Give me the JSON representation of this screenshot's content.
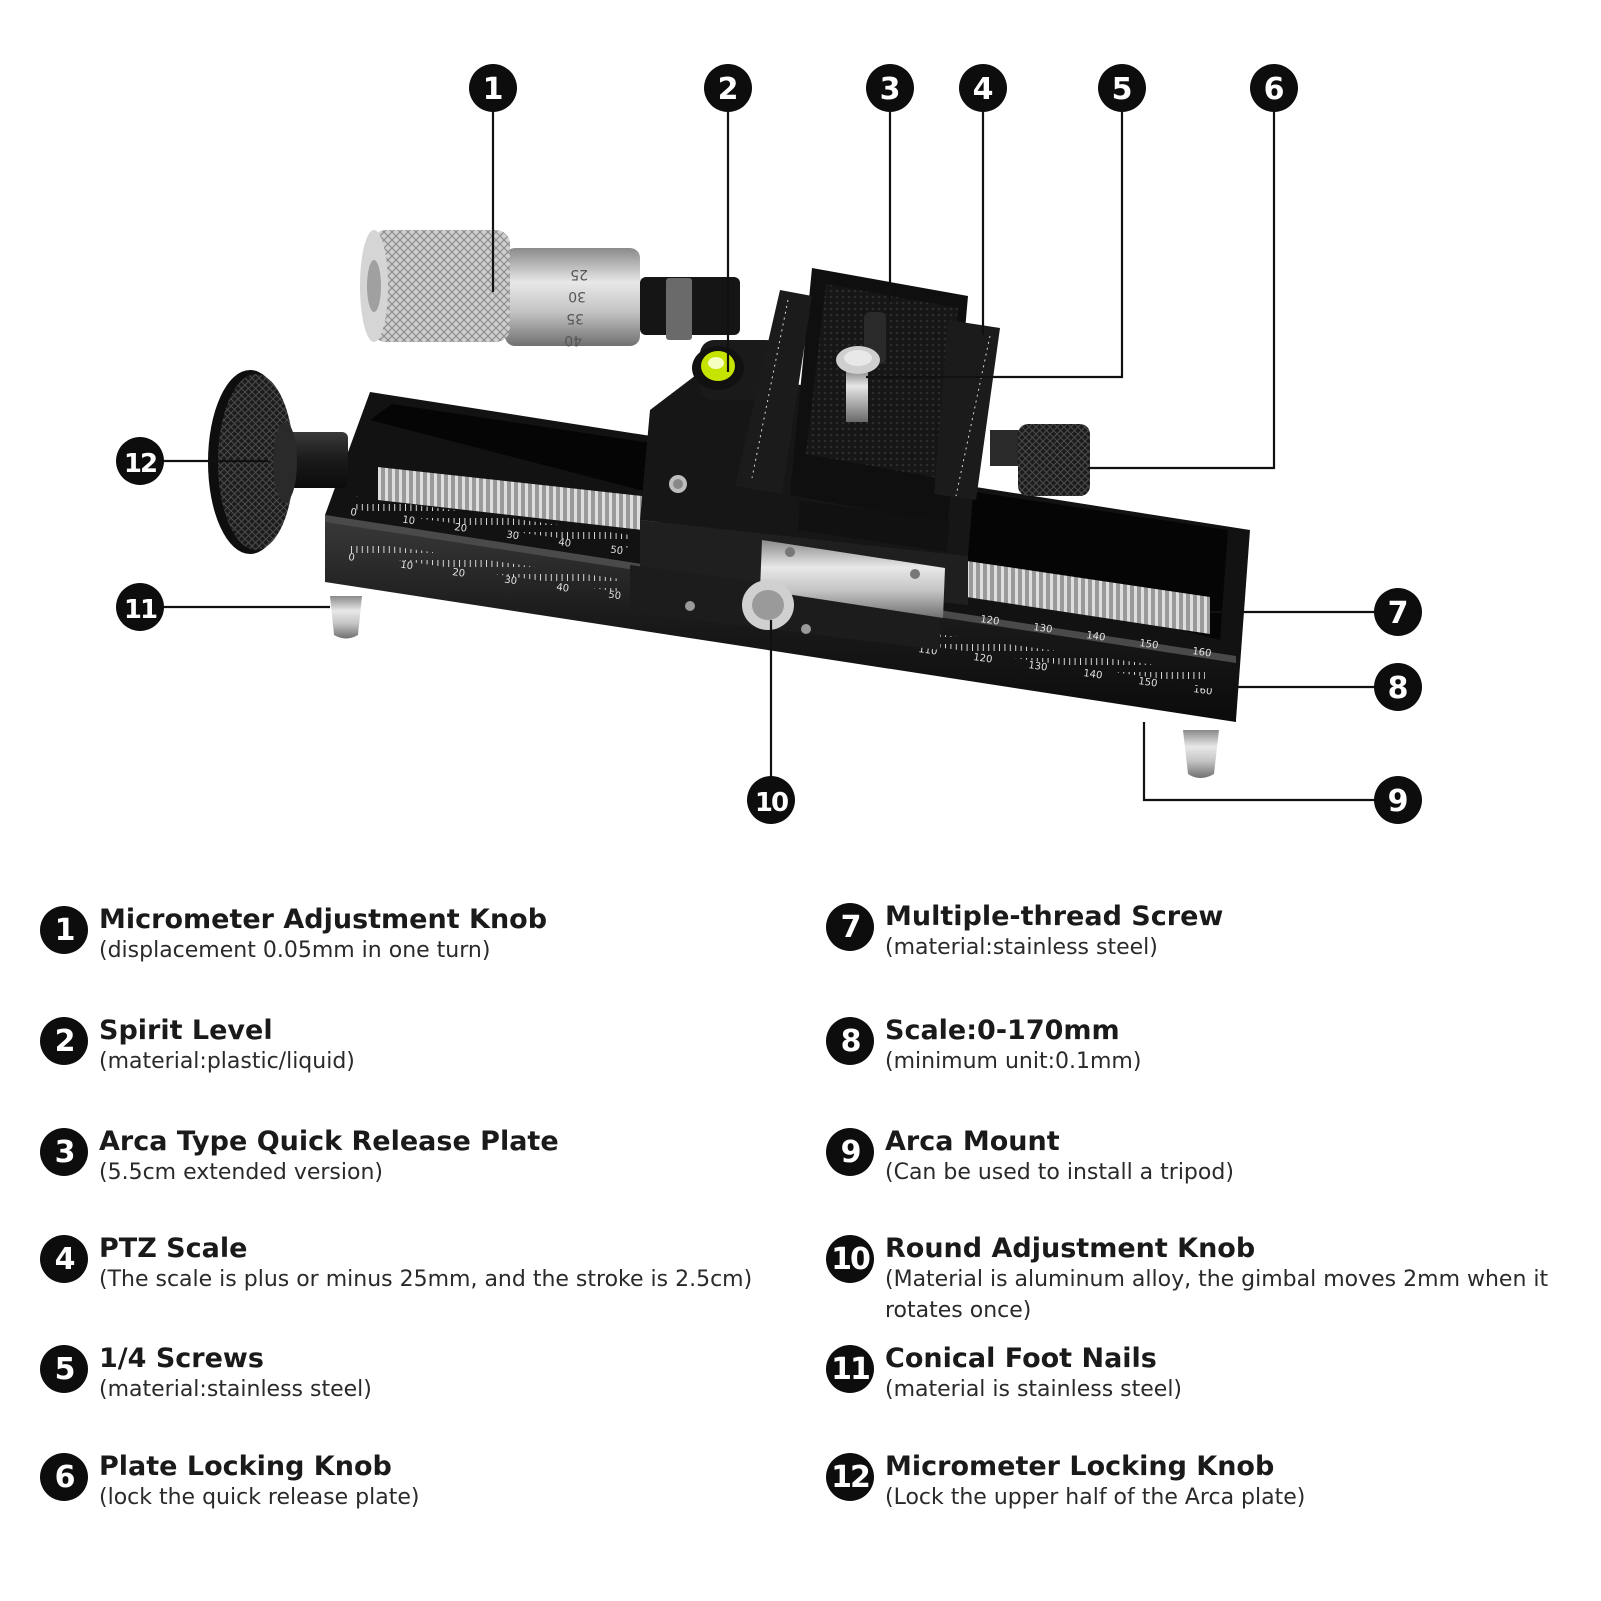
{
  "colors": {
    "callout": "#0d0d0d",
    "callout_text": "#ffffff",
    "leader_line": "#111111",
    "rail_body": "#1b1b1b",
    "steel": "#b8b8b8"
  },
  "callout_markers": [
    "1",
    "2",
    "3",
    "4",
    "5",
    "6",
    "7",
    "8",
    "9",
    "10",
    "11",
    "12"
  ],
  "scale_labels": {
    "upper_left": [
      "0",
      "10",
      "20",
      "30",
      "40",
      "50"
    ],
    "lower_left": [
      "0",
      "10",
      "20",
      "30",
      "40",
      "50"
    ],
    "upper_right": [
      "120",
      "130",
      "140",
      "150",
      "160"
    ],
    "lower_right": [
      "110",
      "120",
      "130",
      "140",
      "150",
      "160"
    ],
    "micrometer": [
      "25",
      "30",
      "35",
      "40"
    ]
  },
  "legend": [
    {
      "number": "1",
      "title": "Micrometer Adjustment Knob",
      "description": "(displacement 0.05mm in one turn)"
    },
    {
      "number": "2",
      "title": "Spirit Level",
      "description": "(material:plastic/liquid)"
    },
    {
      "number": "3",
      "title": "Arca Type Quick Release Plate",
      "description": "(5.5cm extended version)"
    },
    {
      "number": "4",
      "title": "PTZ Scale",
      "description": "(The scale is plus or minus 25mm, and the stroke is 2.5cm)"
    },
    {
      "number": "5",
      "title": "1/4 Screws",
      "description": "(material:stainless steel)"
    },
    {
      "number": "6",
      "title": "Plate Locking Knob",
      "description": "(lock the quick release plate)"
    },
    {
      "number": "7",
      "title": "Multiple-thread Screw",
      "description": "(material:stainless steel)"
    },
    {
      "number": "8",
      "title": "Scale:0-170mm",
      "description": "(minimum unit:0.1mm)"
    },
    {
      "number": "9",
      "title": "Arca Mount",
      "description": "(Can be used to install a tripod)"
    },
    {
      "number": "10",
      "title": "Round Adjustment Knob",
      "description": "(Material is aluminum alloy, the gimbal moves 2mm when it rotates once)"
    },
    {
      "number": "11",
      "title": "Conical Foot Nails",
      "description": "(material is stainless steel)"
    },
    {
      "number": "12",
      "title": "Micrometer Locking Knob",
      "description": "(Lock the upper half of the Arca plate)"
    }
  ]
}
